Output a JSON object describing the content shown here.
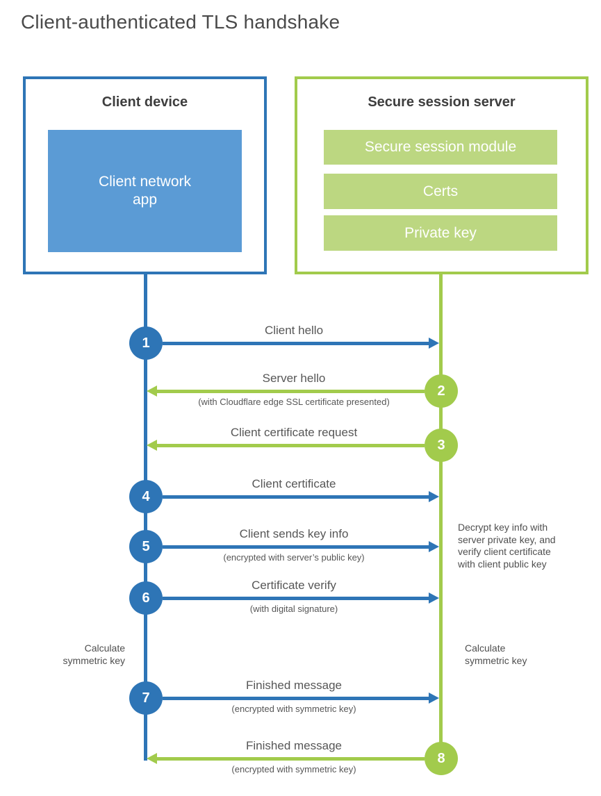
{
  "title": "Client-authenticated TLS handshake",
  "colors": {
    "blue": "#2e75b6",
    "blue_fill": "#5b9bd5",
    "green": "#a2cb4c",
    "green_fill": "#bcd781"
  },
  "client_box": {
    "title": "Client device",
    "inner_label": "Client network app"
  },
  "server_box": {
    "title": "Secure session server",
    "modules": [
      "Secure session module",
      "Certs",
      "Private key"
    ]
  },
  "steps": [
    {
      "num": "1",
      "from": "client",
      "label": "Client hello",
      "sub": ""
    },
    {
      "num": "2",
      "from": "server",
      "label": "Server hello",
      "sub": "(with Cloudflare edge SSL certificate presented)"
    },
    {
      "num": "3",
      "from": "server",
      "label": "Client certificate request",
      "sub": ""
    },
    {
      "num": "4",
      "from": "client",
      "label": "Client certificate",
      "sub": ""
    },
    {
      "num": "5",
      "from": "client",
      "label": "Client sends key info",
      "sub": "(encrypted with server’s public key)"
    },
    {
      "num": "6",
      "from": "client",
      "label": "Certificate verify",
      "sub": "(with digital signature)"
    },
    {
      "num": "7",
      "from": "client",
      "label": "Finished message",
      "sub": "(encrypted with symmetric key)"
    },
    {
      "num": "8",
      "from": "server",
      "label": "Finished message",
      "sub": "(encrypted with symmetric key)"
    }
  ],
  "annotations": {
    "decrypt_note": "Decrypt key info with server private key, and verify client certificate with client public key",
    "calc_left": "Calculate symmetric key",
    "calc_right": "Calculate symmetric key"
  }
}
